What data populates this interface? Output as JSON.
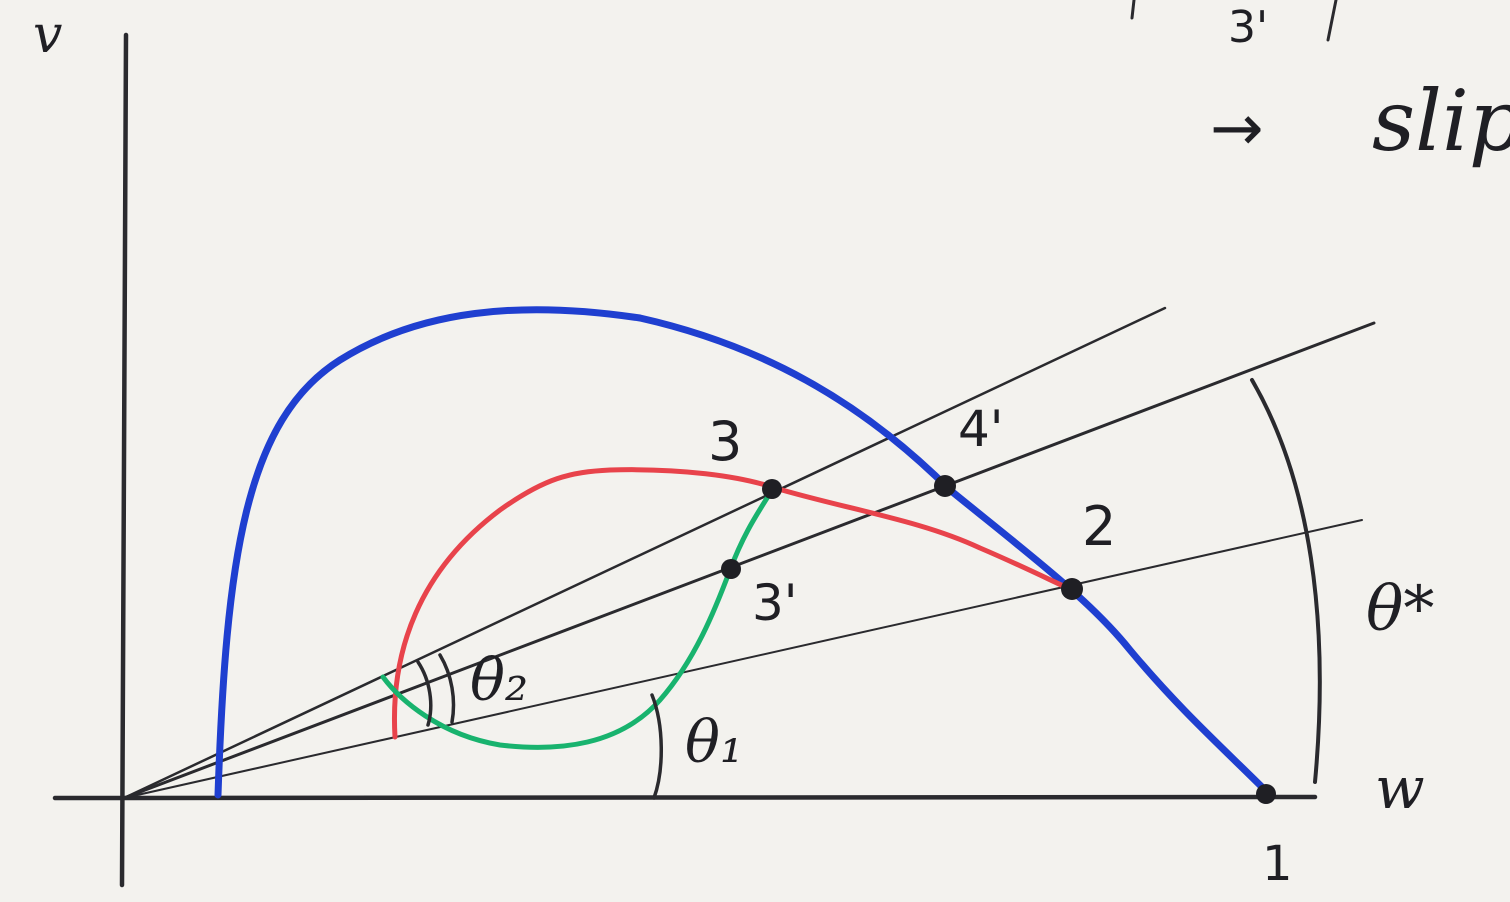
{
  "axes": {
    "y_label": "v",
    "x_label": "w",
    "x_tick_label": "1"
  },
  "points": {
    "p1": "1",
    "p2": "2",
    "p3": "3",
    "p3_prime": "3'",
    "p4_prime": "4'"
  },
  "angles": {
    "theta_1": "θ₁",
    "theta_2": "θ₂",
    "theta_star": "θ*"
  },
  "note": {
    "top_partial": "3'",
    "arrow": "→",
    "text": "slip"
  },
  "colors": {
    "ink": "#2a2a2e",
    "blue_curve": "#1f3fd0",
    "red_curve": "#e8434b",
    "green_curve": "#18b36e",
    "paper": "#f3f2ee"
  }
}
